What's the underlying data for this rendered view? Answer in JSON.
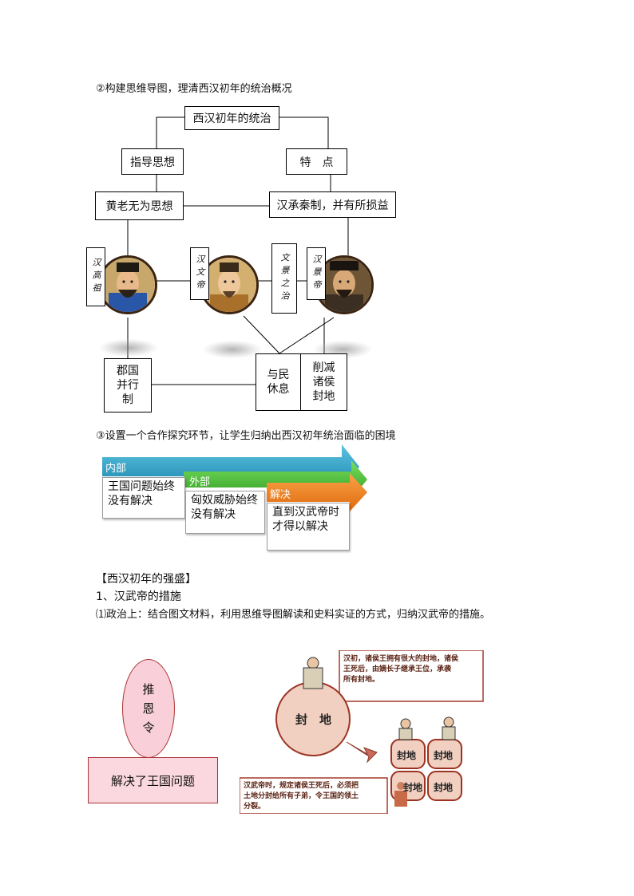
{
  "section2": {
    "heading": "②构建思维导图，理清西汉初年的统治概况",
    "root": "西汉初年的统治",
    "left_branch": "指导思想",
    "right_branch": "特　点",
    "left_leaf": "黄老无为思想",
    "right_leaf": "汉承秦制，并有所损益",
    "emperor1": "汉高祖",
    "emperor2": "汉文帝",
    "period": "文景之治",
    "emperor3": "汉景帝",
    "policy1_lines": [
      "郡国",
      "并行",
      "制"
    ],
    "policy2_lines": [
      "与民",
      "休息"
    ],
    "policy3_lines": [
      "削减",
      "诸侯",
      "封地"
    ]
  },
  "section3": {
    "heading": "③设置一个合作探究环节，让学生归纳出西汉初年统治面临的困境",
    "bands": [
      {
        "label": "内部",
        "color": "#2e9fc1",
        "text_lines": [
          "王国问题始终",
          "没有解决"
        ]
      },
      {
        "label": "外部",
        "color": "#43c133",
        "text_lines": [
          "匈奴威胁始终",
          "没有解决"
        ]
      },
      {
        "label": "解决",
        "color": "#f07f1b",
        "text_lines": [
          "直到汉武帝时",
          "才得以解决"
        ]
      }
    ]
  },
  "section4": {
    "title": "【西汉初年的强盛】",
    "subtitle": "1、汉武帝的措施",
    "item": "⑴政治上：结合图文材料，利用思维导图解读和史料实证的方式，归纳汉武帝的措施。",
    "ellipse_lines": [
      "推",
      "恩",
      "令"
    ],
    "result_box": "解决了王国问题",
    "illus_top_lines": [
      "汉初，诸侯王拥有很大的封地，诸侯",
      "王死后，由嫡长子继承王位，承袭",
      "所有封地。"
    ],
    "illus_bottom_lines": [
      "汉武帝时，规定诸侯王死后，必须把",
      "土地分封给所有子弟，令王国的领土",
      "分裂。"
    ],
    "illus_big_label": "封　地",
    "illus_small_labels": [
      "封地",
      "封地",
      "封地",
      "封地"
    ]
  },
  "colors": {
    "portrait_bg": "#8b6a3a",
    "illus_red": "#a33a2a",
    "ellipse_fill": "#f9cfd9",
    "box_fill": "#fbd8df"
  }
}
